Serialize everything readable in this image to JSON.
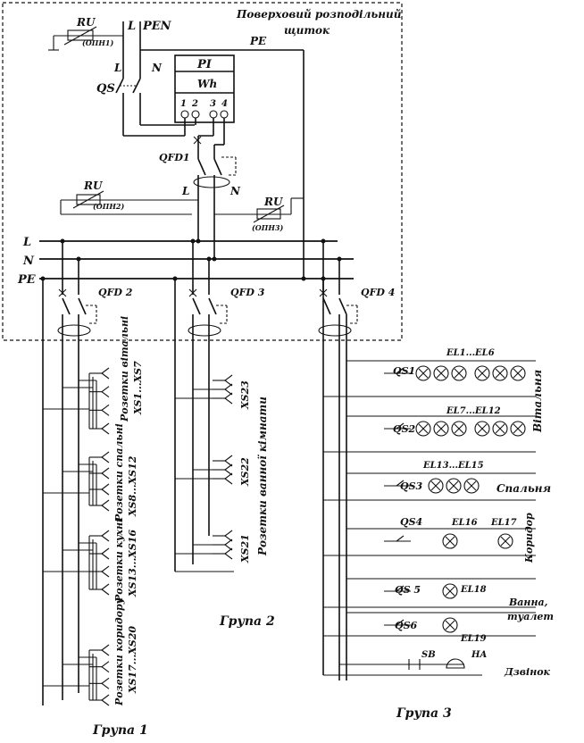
{
  "panel": {
    "title_line1": "Поверховий розподільний",
    "title_line2": "щиток"
  },
  "supply": {
    "l": "L",
    "pen": "PEN",
    "pe": "PE",
    "l2": "L",
    "n2": "N"
  },
  "surge": {
    "ru1": "RU",
    "ru1_type": "(ОПН1)",
    "ru2": "RU",
    "ru2_type": "(ОПН2)",
    "ru3": "RU",
    "ru3_type": "(ОПН3)"
  },
  "switches": {
    "qs": "QS",
    "qfd1": "QFD1",
    "qfd2": "QFD 2",
    "qfd3": "QFD 3",
    "qfd4": "QFD 4"
  },
  "meter": {
    "pi": "PI",
    "wh": "Wh",
    "terminals": [
      "1",
      "2",
      "3",
      "4"
    ]
  },
  "rcd_labels": {
    "l": "L",
    "n": "N"
  },
  "buses": {
    "l": "L",
    "n": "N",
    "pe": "PE"
  },
  "group1": {
    "title": "Група 1",
    "sockets": [
      {
        "name": "Розетки вітальні",
        "ref": "XS1...XS7"
      },
      {
        "name": "Розетки спальні",
        "ref": "XS8...XS12"
      },
      {
        "name": "Розетки кухні",
        "ref": "XS13...XS16"
      },
      {
        "name": "Розетки коридору",
        "ref": "XS17...XS20"
      }
    ]
  },
  "group2": {
    "title": "Група 2",
    "name": "Розетки ванної кімнати",
    "refs": [
      "XS23",
      "XS22",
      "XS21"
    ]
  },
  "group3": {
    "title": "Група 3",
    "rooms": {
      "living": "Вітальня",
      "bedroom": "Спальня",
      "corridor": "Коридор",
      "bath_line1": "Ванна,",
      "bath_line2": "туалет",
      "bell": "Дзвінок"
    },
    "switches": [
      "QS1",
      "QS2",
      "QS3",
      "QS4",
      "QS 5",
      "QS6"
    ],
    "lamps": [
      "EL1...EL6",
      "EL7...EL12",
      "EL13...EL15",
      "EL16",
      "EL17",
      "EL18",
      "EL19"
    ],
    "bell_button": "SB",
    "bell": "HA"
  }
}
